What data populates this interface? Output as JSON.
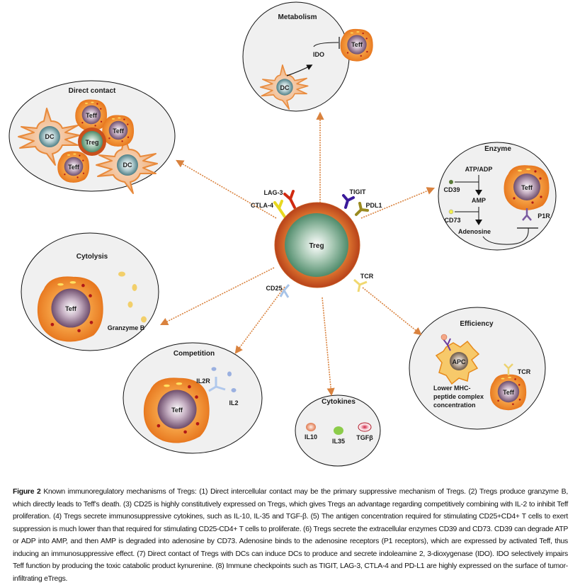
{
  "figure": {
    "center_cell": {
      "label": "Treg",
      "receptors": [
        {
          "name": "LAG-3",
          "color": "#d02a10"
        },
        {
          "name": "CTLA-4",
          "color": "#e8d820"
        },
        {
          "name": "TIGIT",
          "color": "#3a1a9a"
        },
        {
          "name": "PDL1",
          "color": "#d8c820"
        },
        {
          "name": "CD25",
          "color": "#a8c4e8"
        },
        {
          "name": "TCR",
          "color": "#f0d870"
        }
      ]
    },
    "panels": {
      "metabolism": {
        "title": "Metabolism",
        "ido": "IDO",
        "dc": "DC",
        "teff": "Teff"
      },
      "direct_contact": {
        "title": "Direct contact",
        "dc": "DC",
        "treg": "Treg",
        "teff": "Teff"
      },
      "enzyme": {
        "title": "Enzyme",
        "atp": "ATP/ADP",
        "amp": "AMP",
        "adenosine": "Adenosine",
        "cd39": "CD39",
        "cd73": "CD73",
        "teff": "Teff",
        "p1r": "P1R"
      },
      "cytolysis": {
        "title": "Cytolysis",
        "teff": "Teff",
        "granzyme": "Granzyme B"
      },
      "competition": {
        "title": "Competition",
        "teff": "Teff",
        "il2r": "IL2R",
        "il2": "IL2"
      },
      "cytokines": {
        "title": "Cytokines",
        "il10": "IL10",
        "il35": "IL35",
        "tgfb": "TGFβ"
      },
      "efficiency": {
        "title": "Efficiency",
        "apc": "APC",
        "tcr": "TCR",
        "teff": "Teff",
        "note_line1": "Lower MHC-",
        "note_line2": "peptide complex",
        "note_line3": "concentration"
      }
    },
    "colors": {
      "panel_fill": "#f0f0f0",
      "arrow": "#d9823e",
      "cell_orange": "#f08a2c",
      "treg_outer": "#c8501c",
      "treg_inner": "#5e9a7a",
      "teff_nucleus": "#7a5a7a",
      "dc_nucleus": "#6a9aa0"
    }
  },
  "caption": {
    "label": "Figure 2",
    "text": " Known immunoregulatory mechanisms of Tregs: (1) Direct intercellular contact may be the primary suppressive mechanism of Tregs. (2) Tregs produce granzyme B, which directly leads to Teff’s death. (3) CD25 is highly constitutively expressed on Tregs, which gives Tregs an advantage regarding competitively combining with IL-2 to inhibit Teff proliferation. (4) Tregs secrete immunosuppressive cytokines, such as IL-10, IL-35 and TGF-β. (5) The antigen concentration required for stimulating CD25+CD4+ T cells to exert suppression is much lower than that required for stimulating CD25-CD4+ T cells to proliferate. (6) Tregs secrete the extracellular enzymes CD39 and CD73. CD39 can degrade ATP or ADP into AMP, and then AMP is degraded into adenosine by CD73. Adenosine binds to the adenosine receptors (P1 receptors), which are expressed by activated Teff, thus inducing an immunosuppressive effect. (7) Direct contact of Tregs with DCs can induce DCs to produce and secrete indoleamine 2, 3-dioxygenase (IDO). IDO selectively impairs Teff function by producing the toxic catabolic product kynurenine. (8) Immune checkpoints such as TIGIT, LAG-3, CTLA-4 and PD-L1 are highly expressed on the surface of tumor-infiltrating eTregs."
  }
}
